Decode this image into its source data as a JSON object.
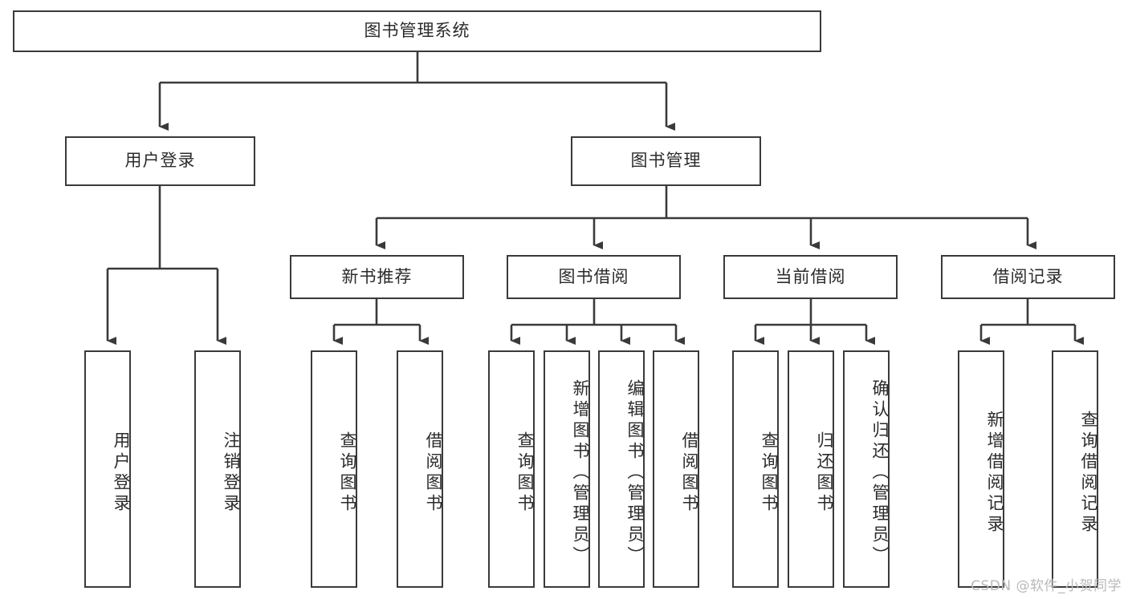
{
  "diagram": {
    "title_node": {
      "label": "图书管理系统"
    },
    "level2": [
      {
        "label": "用户登录"
      },
      {
        "label": "图书管理"
      }
    ],
    "level3": [
      {
        "label": "新书推荐"
      },
      {
        "label": "图书借阅"
      },
      {
        "label": "当前借阅"
      },
      {
        "label": "借阅记录"
      }
    ],
    "leaves": {
      "user_login": [
        {
          "label": "用户登录"
        },
        {
          "label": "注销登录"
        }
      ],
      "new_book_recommend": [
        {
          "label": "查询图书"
        },
        {
          "label": "借阅图书"
        }
      ],
      "book_borrow": [
        {
          "label": "查询图书"
        },
        {
          "label": "新增图书（管理员）"
        },
        {
          "label": "编辑图书（管理员）"
        },
        {
          "label": "借阅图书"
        }
      ],
      "current_borrow": [
        {
          "label": "查询图书"
        },
        {
          "label": "归还图书"
        },
        {
          "label": "确认归还（管理员）"
        }
      ],
      "borrow_record": [
        {
          "label": "新增借阅记录"
        },
        {
          "label": "查询借阅记录"
        }
      ]
    }
  },
  "watermark": {
    "text": "CSDN @软件_小贺同学"
  },
  "colors": {
    "line": "#3a3a3a",
    "box_border": "#3a3a3a",
    "box_fill": "#ffffff",
    "text": "#2b2b2b",
    "watermark": "#b9b9b9",
    "background": "#ffffff"
  }
}
